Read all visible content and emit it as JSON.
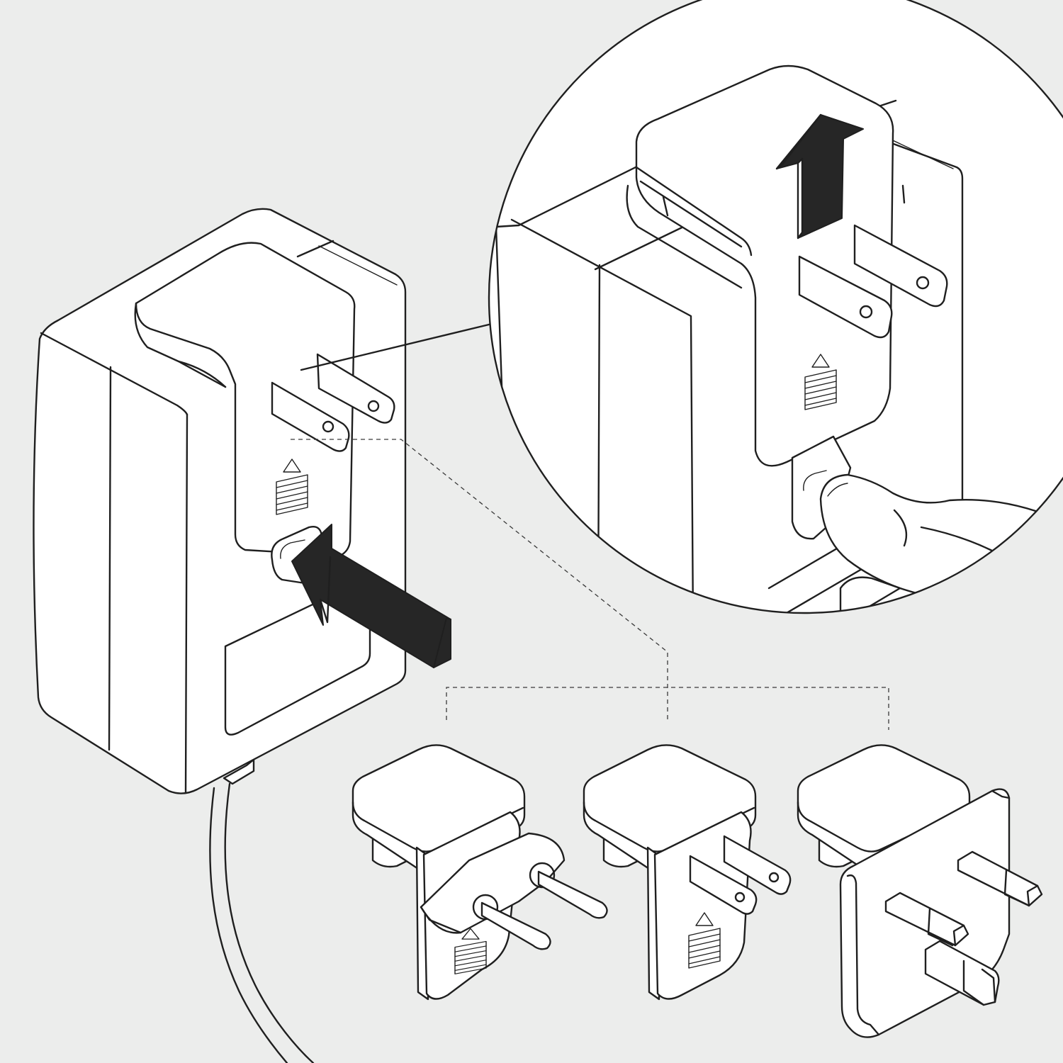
{
  "figure": {
    "background": "#ecedec",
    "line_color": "#1f1f1f",
    "body_fill": "#ffffff",
    "arrow_fill": "#262626",
    "main_device": {
      "icon": "power-adapter-icon",
      "insert_direction": "push-in"
    },
    "zoom_callout": {
      "icon": "magnifier-callout-icon",
      "release_direction": "up"
    },
    "adapter_clips": [
      {
        "icon": "eu-plug-clip-icon",
        "pins": 2
      },
      {
        "icon": "us-plug-clip-icon",
        "pins": 2
      },
      {
        "icon": "uk-plug-clip-icon",
        "pins": 3
      }
    ],
    "release_marking": {
      "icon": "triangle-lines-icon"
    }
  }
}
